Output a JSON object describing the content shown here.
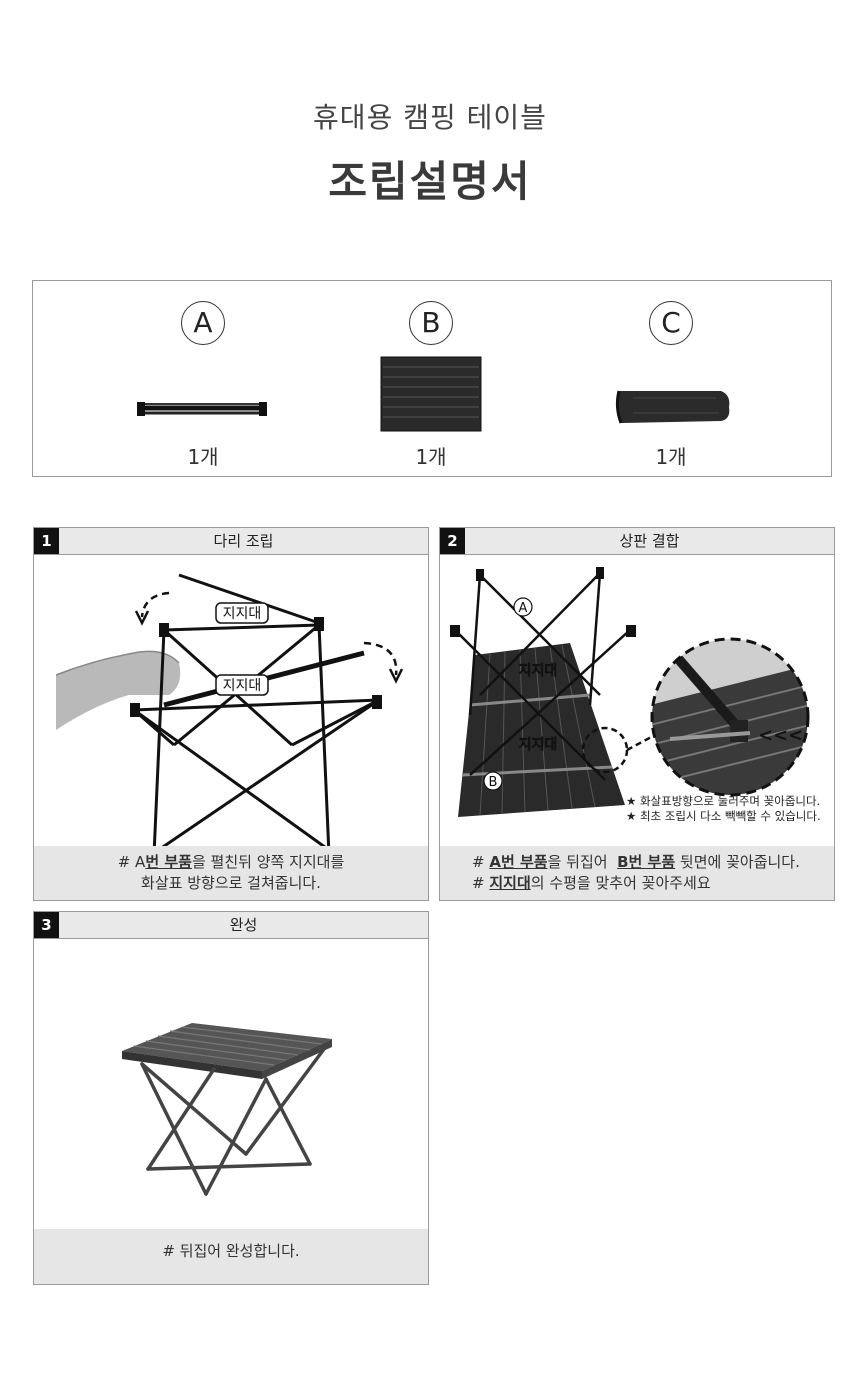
{
  "header": {
    "subtitle": "휴대용 캠핑 테이블",
    "title": "조립설명서"
  },
  "parts": [
    {
      "letter": "A",
      "qty": "1개",
      "icon": "folded-legs-frame"
    },
    {
      "letter": "B",
      "qty": "1개",
      "icon": "table-top-panel"
    },
    {
      "letter": "C",
      "qty": "1개",
      "icon": "carry-bag"
    }
  ],
  "steps": [
    {
      "num": "1",
      "title": "다리 조립",
      "label_support_1": "지지대",
      "label_support_2": "지지대",
      "desc": {
        "l1_pre": "# A",
        "l1_u": "번 부품",
        "l1_post": "을 펼친뒤 양쪽 지지대를",
        "l2": "화살표 방향으로 걸쳐줍니다."
      }
    },
    {
      "num": "2",
      "title": "상판 결합",
      "label_a": "A",
      "label_b": "B",
      "label_support_1": "지지대",
      "label_support_2": "지지대",
      "arrows": "<<<",
      "note1": "★ 화살표방향으로 눌러주며 꽂아줍니다.",
      "note2": "★ 최초 조립시 다소 빽빽할 수 있습니다.",
      "desc": {
        "l1_pre": "# ",
        "l1_u1": "A번 부품",
        "l1_mid": "을 뒤집어  ",
        "l1_u2": "B번 부품",
        "l1_post": " 뒷면에 꽂아줍니다.",
        "l2_pre": "# ",
        "l2_u": "지지대",
        "l2_post": "의 수평을 맞추어 꽂아주세요"
      }
    },
    {
      "num": "3",
      "title": "완성",
      "desc": "# 뒤집어 완성합니다."
    }
  ]
}
